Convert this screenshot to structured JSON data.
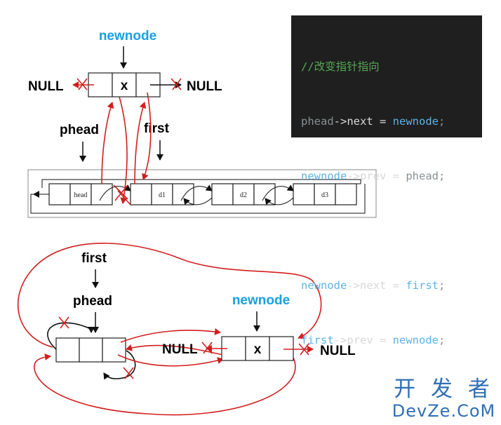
{
  "top": {
    "newnode_label": "newnode",
    "x_label": "x",
    "null_left": "NULL",
    "null_right": "NULL",
    "phead_label": "phead",
    "first_label": "first"
  },
  "list": {
    "node_labels": [
      "head",
      "d1",
      "d2",
      "d3"
    ]
  },
  "code": {
    "comment": "//改变指针指向",
    "line1": {
      "a": "phead",
      "op": "->",
      "f": "next",
      "eq": " = ",
      "b": "newnode",
      "end": ";"
    },
    "line2": {
      "a": "newnode",
      "op": "->",
      "f": "prev",
      "eq": " = ",
      "b": "phead",
      "end": ";"
    },
    "line3": {
      "a": "newnode",
      "op": "->",
      "f": "next",
      "eq": " = ",
      "b": "first",
      "end": ";"
    },
    "line4": {
      "a": "first",
      "op": "->",
      "f": "prev",
      "eq": " = ",
      "b": "newnode",
      "end": ";"
    }
  },
  "bottom": {
    "first_label": "first",
    "phead_label": "phead",
    "newnode_label": "newnode",
    "x_label": "x",
    "null_left": "NULL",
    "null_right": "NULL"
  },
  "watermark": {
    "cn": "开 发 者",
    "en": "DevZe.CoM"
  },
  "colors": {
    "accent_blue": "#1aa0e0",
    "arrow_red": "#d21e1e",
    "code_bg": "#1e1f1e",
    "watermark": "#2f6fb5"
  }
}
